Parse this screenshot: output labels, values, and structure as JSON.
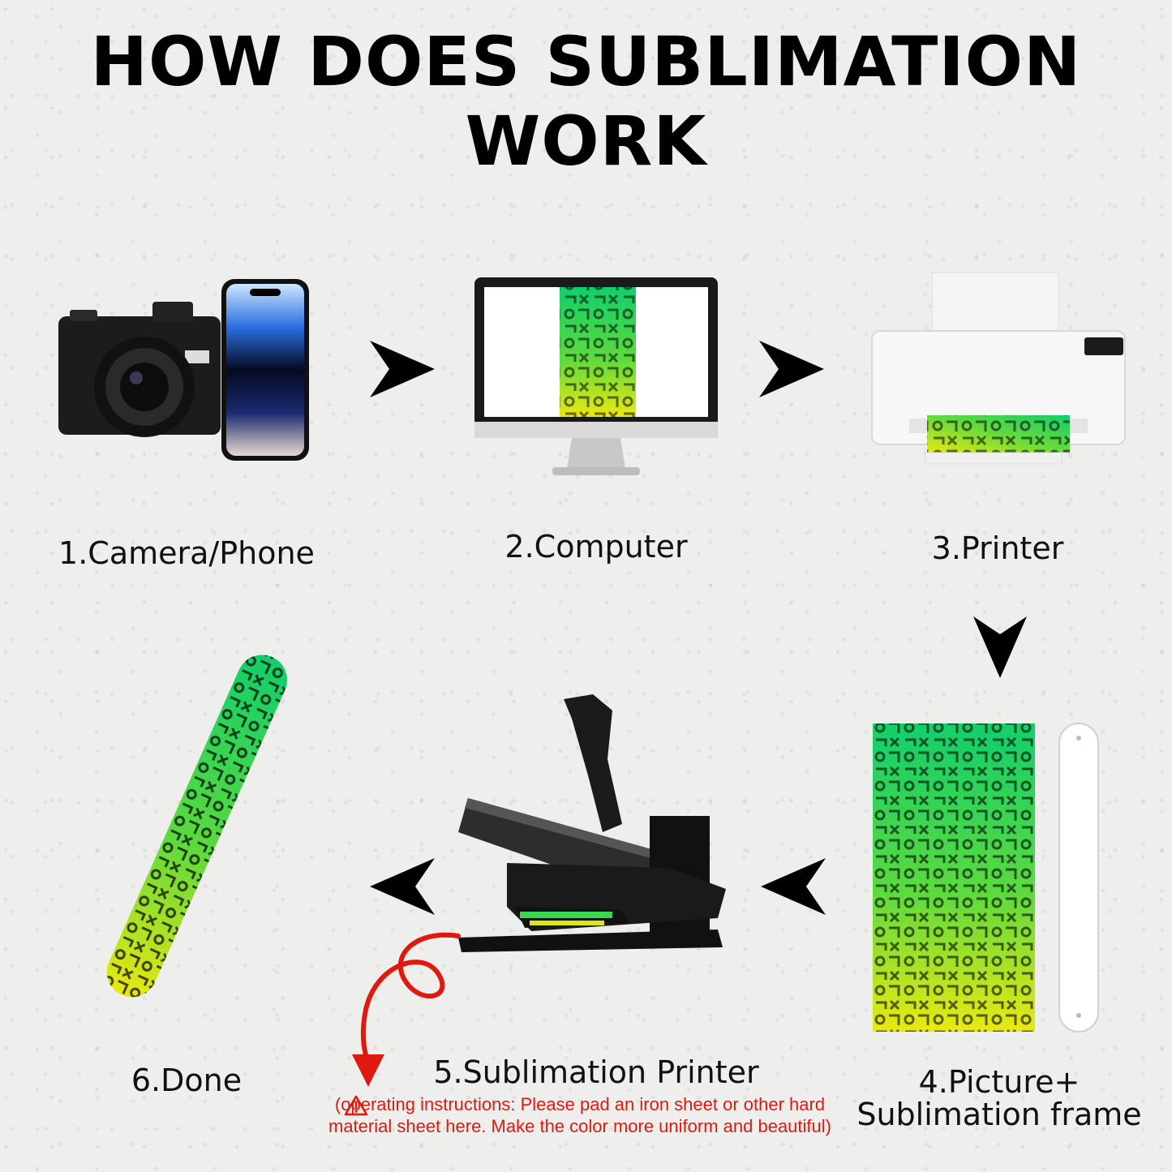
{
  "title": {
    "line1": "HOW DOES SUBLIMATION",
    "line2": "WORK"
  },
  "steps": [
    {
      "label": "1.Camera/Phone",
      "icon": "camera-phone-icon"
    },
    {
      "label": "2.Computer",
      "icon": "computer-icon"
    },
    {
      "label": "3.Printer",
      "icon": "printer-icon"
    },
    {
      "label_line1": "4.Picture+",
      "label_line2": "Sublimation frame",
      "icon": "picture-frame-icon"
    },
    {
      "label": "5.Sublimation Printer",
      "icon": "heat-press-icon"
    },
    {
      "label": "6.Done",
      "icon": "finished-strap-icon"
    }
  ],
  "note": {
    "icon": "warning-icon",
    "text": "(operating instructions: Please pad an iron sheet or other hard material sheet here. Make the color more uniform and beautiful)"
  },
  "colors": {
    "title": "#000000",
    "note": "#e0190f",
    "pattern_green": "#19d26a",
    "pattern_yellow": "#e8f01a"
  }
}
